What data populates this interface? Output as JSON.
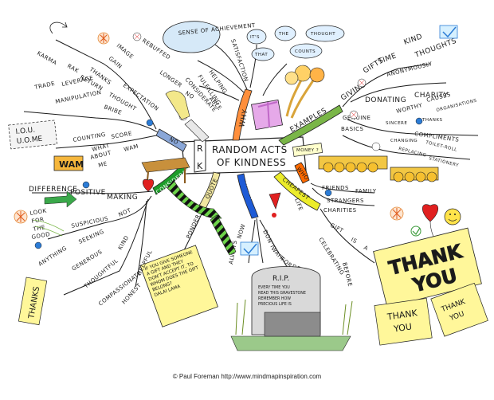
{
  "center": {
    "line1": "RANDOM ACTS",
    "line2": "OF KINDNESS",
    "abbr_top": "R",
    "abbr_bottom": "K"
  },
  "branches": {
    "why": "WHY",
    "examples": "EXAMPLES",
    "who": "WHO",
    "cheapest": "CHEAPEST",
    "when": "WHEN",
    "quote": "QUOTE",
    "considerate": "CONSIDERATE",
    "no": "NO"
  },
  "labels": {
    "sense_of_achievement": "SENSE OF ACHIEVEMENT",
    "helping": "HELPING",
    "fulfilling": "FULFILLING",
    "considerate": "CONSIDERATE",
    "able": "ABLE",
    "satisfaction": "SATISFACTION",
    "its": "IT'S",
    "the": "THE",
    "thought": "THOUGHT",
    "that": "THAT",
    "counts": "COUNTS",
    "giving": "GIVING",
    "gifts": "GIFTS",
    "time": "TIME",
    "kind": "KIND",
    "thoughts": "THOUGHTS",
    "anonymously": "ANONYMOUSLY",
    "donating": "DONATING",
    "charity": "CHARITY",
    "worthy": "WORTHY",
    "causes": "CAUSES",
    "organisations": "ORGANISATIONS",
    "genuine": "GENUINE",
    "sincere": "SINCERE",
    "thanks": "THANKS",
    "compliments": "COMPLIMENTS",
    "basics": "BASICS",
    "changing": "CHANGING",
    "toilet_roll": "TOILET-ROLL",
    "replacing": "REPLACING",
    "stationery": "STATIONERY",
    "money": "MONEY ?",
    "friends": "FRIENDS",
    "family": "FAMILY",
    "strangers": "STRANGERS",
    "charities": "CHARITIES",
    "gift": "GIFT",
    "is": "IS",
    "a": "A",
    "life": "LIFE",
    "celebrating": "CELEBRATING",
    "before": "BEFORE",
    "death": "DEATH",
    "for": "FOR",
    "wait": "WAIT",
    "dont": "DON'T",
    "now": "NOW",
    "always": "ALWAYS",
    "ponder": "PONDER",
    "to": "TO",
    "quote_text": "IF YOU GIVE SOMEONE A GIFT AND THEY DON'T ACCEPT IT, TO WHOM DOES THE GIFT BELONG?",
    "quote_author": "DALAI LAMA",
    "positive": "POSITIVE",
    "making": "MAKING",
    "difference": "DIFFERENCE",
    "look": "LOOK",
    "for2": "FOR",
    "the2": "THE",
    "good": "GOOD",
    "suspicious": "SUSPICIOUS",
    "not": "NOT",
    "seeking": "SEEKING",
    "anything": "ANYTHING",
    "generous": "GENEROUS",
    "kind2": "KIND",
    "thoughtful": "THOUGHTFUL",
    "compassionate": "COMPASSIONATE",
    "helpful": "HELPFUL",
    "honest": "HONEST",
    "rebuffed": "REBUFFED",
    "longer": "LONGER",
    "no2": "NO",
    "image": "IMAGE",
    "gain": "GAIN",
    "thanks2": "THANKS",
    "expectation": "EXPECTATION",
    "karma": "KARMA",
    "rak": "RAK",
    "return": "RETURN",
    "thought2": "THOUGHT",
    "trade": "TRADE",
    "leverage": "LEVERAGE",
    "bribe": "BRIBE",
    "manipulation": "MANIPULATION",
    "counting": "COUNTING",
    "score": "SCORE",
    "what": "WHAT",
    "about": "ABOUT",
    "me": "ME",
    "wam": "WAM",
    "iou_line1": "I.O.U.",
    "iou_line2": "U.O.ME",
    "wam_box": "WAM"
  },
  "thank_you": {
    "big_line1": "THANK",
    "big_line2": "YOU",
    "card2_line1": "THANK",
    "card2_line2": "YOU",
    "card3_line1": "THANK",
    "card3_line2": "YOU",
    "small_thanks": "THANKS"
  },
  "grave": {
    "rip": "R.I.P.",
    "epitaph": [
      "EVERY TIME YOU",
      "READ THIS GRAVESTONE",
      "REMEMBER HOW",
      "PRECIOUS LIFE IS"
    ]
  },
  "credit": "© Paul Foreman http://www.mindmapinspiration.com",
  "colors": {
    "why": "#ff8f3c",
    "examples": "#7ab648",
    "who": "#ff6a00",
    "cheapest": "#e6e600",
    "when": "#1e5bd6",
    "quote": "#f0e6a0",
    "considerate": "#1c9c2a",
    "no": "#8aa7d8"
  }
}
